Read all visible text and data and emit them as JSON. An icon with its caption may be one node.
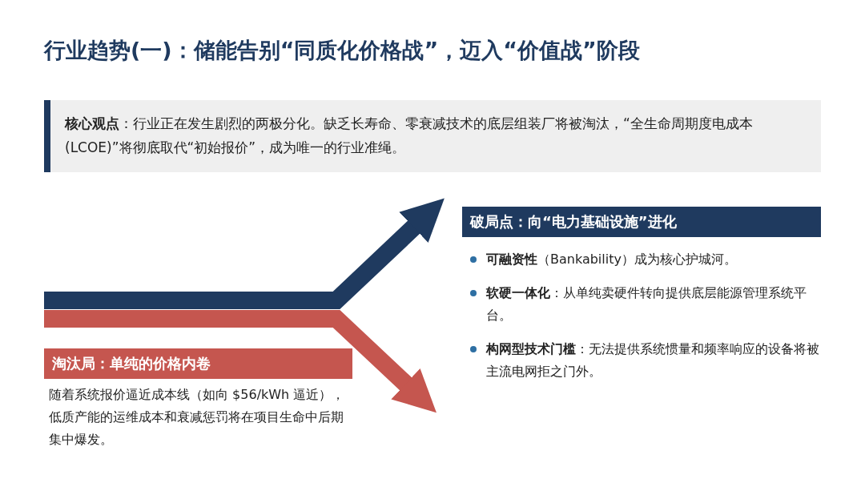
{
  "diagram": {
    "title": "行业趋势(一)：储能告别“同质化价格战”，迈入“价值战”阶段",
    "nodes": [
      {
        "text": [
          "**核心观点**：行业正在发生剧烈的两极分化。缺乏长寿命、零衰减技术的底层组装厂将被淘汰，“全生命周期度电成本(LCOE)”将彻底取代“初始报价”，成为唯一的行业准绳。"
        ]
      },
      {
        "text": [
          "破局点：向“电力基础设施”进化",
          "**可融资性**（Bankability）成为核心护城河。",
          "**软硬一体化**：从单纯卖硬件转向提供底层能源管理系统平台。",
          "**构网型技术门槛**：无法提供系统惯量和频率响应的设备将被主流电网拒之门外。"
        ]
      },
      {
        "text": [
          "淘汰局：单纯的价格内卷",
          "随着系统报价逼近成本线（如向 $56/kWh 逼近），低质产能的运维成本和衰减惩罚将在项目生命中后期集中爆发。"
        ]
      }
    ],
    "edges": [
      {
        "from": null,
        "to": 1,
        "arrow": "to",
        "color": "#1f3a5f"
      },
      {
        "from": null,
        "to": 2,
        "arrow": "to",
        "color": "#c5564f"
      }
    ]
  }
}
